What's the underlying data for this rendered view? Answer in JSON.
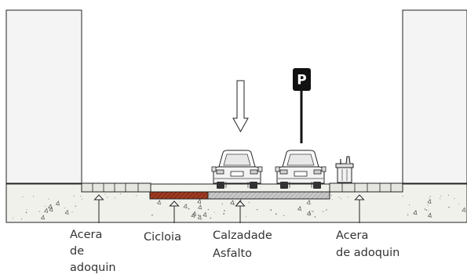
{
  "sign": {
    "text": "P"
  },
  "labels": {
    "left_sidewalk": [
      "Acera",
      "de",
      "adoquin"
    ],
    "bike_lane": [
      "Cicloia"
    ],
    "roadway": [
      "Calzadade",
      "Asfalto"
    ],
    "right_sidewalk": [
      "Acera",
      "de adoquin"
    ]
  },
  "colors": {
    "bike_lane": "#a13a22",
    "road": "#b5b5b5",
    "ground": "#f1f1ec",
    "pavers": "#e6e6e0",
    "line": "#222222"
  }
}
